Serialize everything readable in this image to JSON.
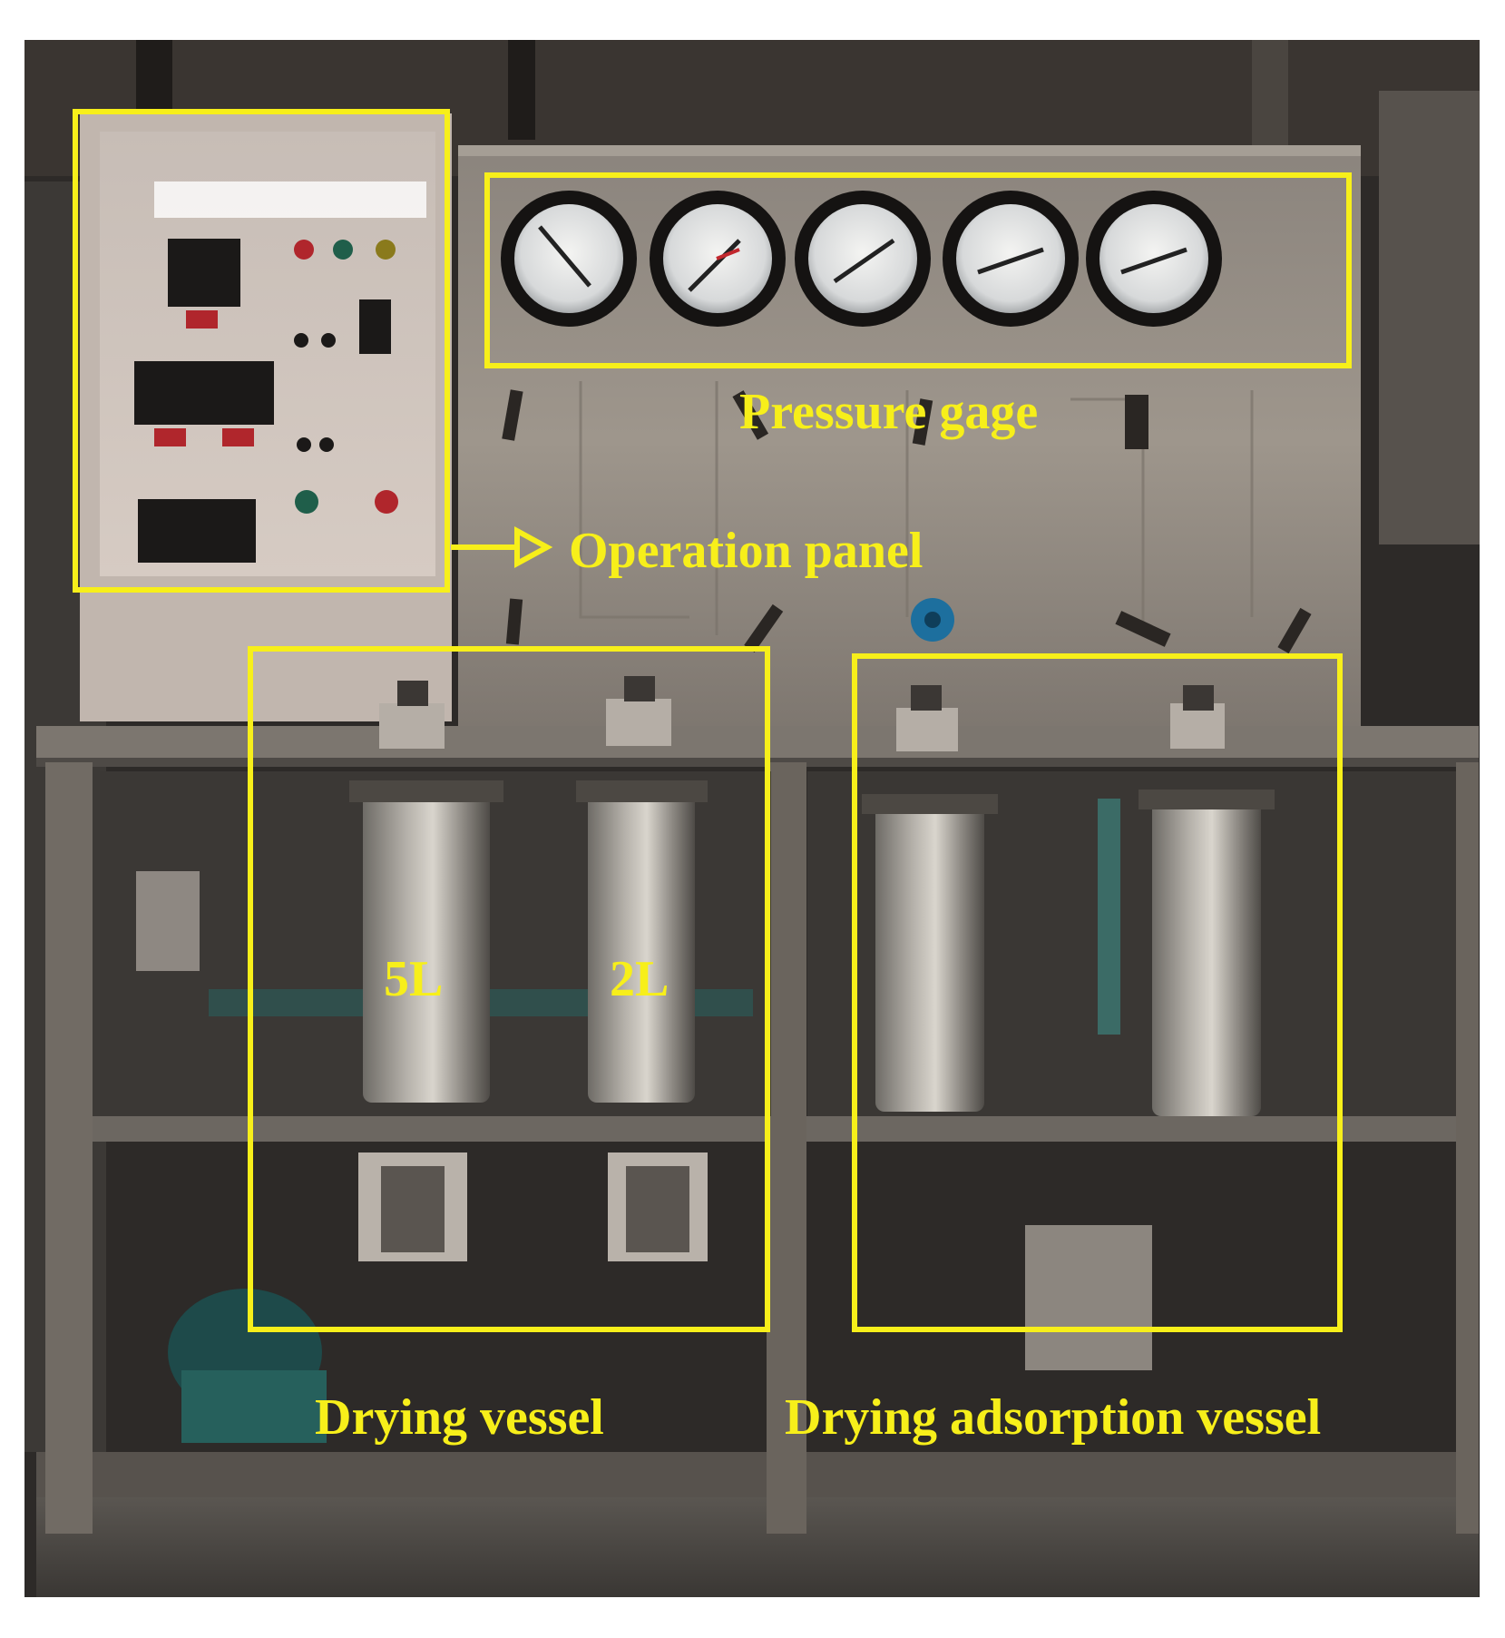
{
  "labels": {
    "pressure_gage": "Pressure gage",
    "operation_panel": "Operation panel",
    "drying_vessel": "Drying vessel",
    "drying_adsorption_vessel": "Drying adsorption vessel",
    "vessel_5l": "5L",
    "vessel_2l": "2L"
  },
  "colors": {
    "annotation": "#f7ef1a",
    "steel": "#8f8d89",
    "background": "#2d2a28"
  },
  "icons": {
    "arrow": "right-arrow-icon"
  }
}
